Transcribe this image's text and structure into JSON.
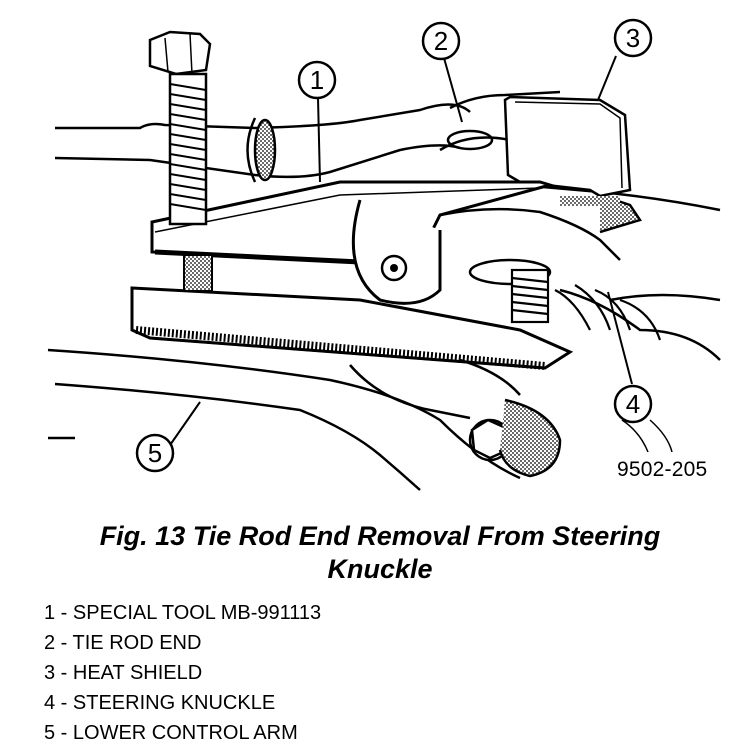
{
  "figure": {
    "code": "9502-205",
    "caption_line1": "Fig. 13 Tie Rod End Removal From Steering",
    "caption_line2": "Knuckle"
  },
  "callouts": [
    "1",
    "2",
    "3",
    "4",
    "5"
  ],
  "legend": [
    "1 - SPECIAL TOOL MB-991113",
    "2 - TIE ROD END",
    "3 - HEAT SHIELD",
    "4 - STEERING KNUCKLE",
    "5 - LOWER CONTROL ARM"
  ]
}
